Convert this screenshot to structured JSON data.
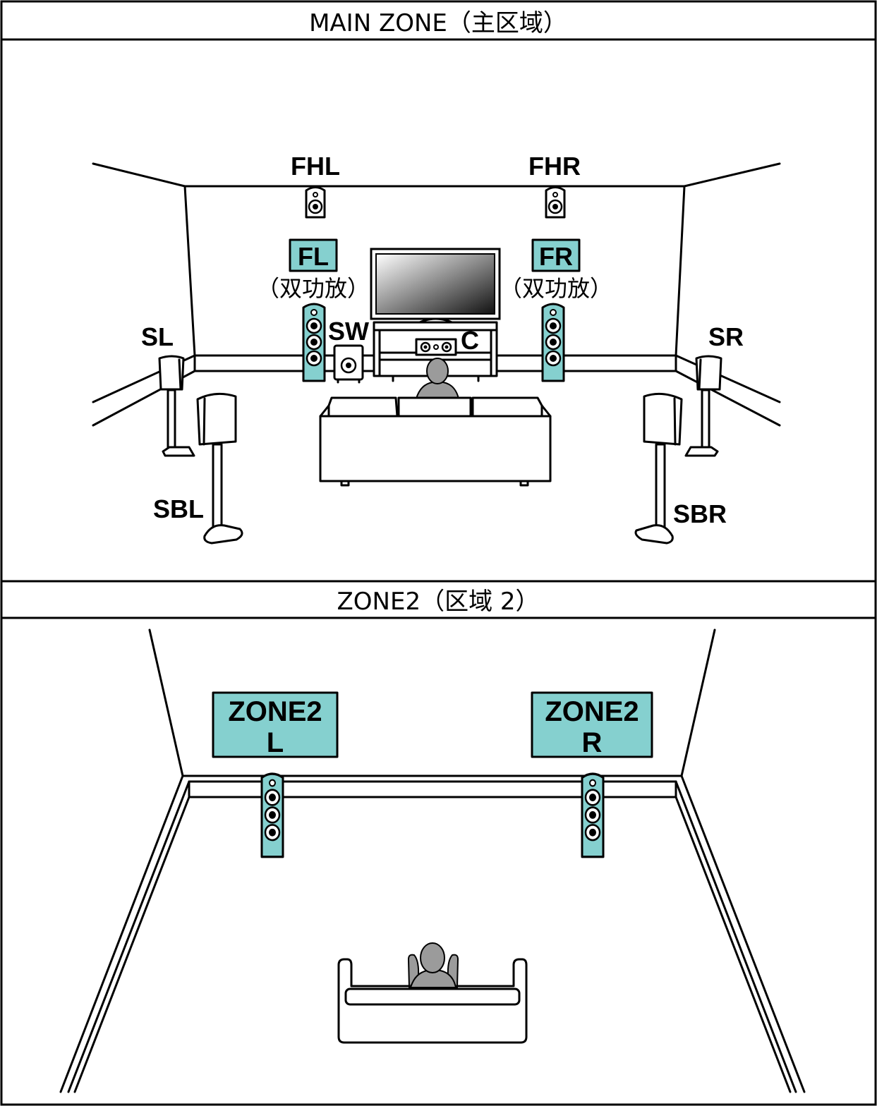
{
  "main_zone": {
    "title": "MAIN ZONE（主区域）",
    "speakers": {
      "fhl": "FHL",
      "fhr": "FHR",
      "fl": "FL",
      "fl_note": "（双功放）",
      "fr": "FR",
      "fr_note": "（双功放）",
      "sw": "SW",
      "c": "C",
      "sl": "SL",
      "sr": "SR",
      "sbl": "SBL",
      "sbr": "SBR"
    }
  },
  "zone2": {
    "title": "ZONE2（区域 2）",
    "left_line1": "ZONE2",
    "left_line2": "L",
    "right_line1": "ZONE2",
    "right_line2": "R"
  },
  "colors": {
    "speaker_fill": "#85d0cf",
    "person_fill": "#9b9b9b"
  }
}
